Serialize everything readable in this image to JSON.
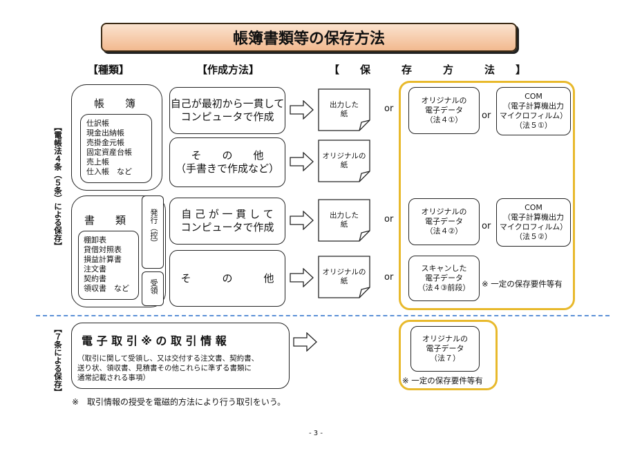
{
  "title": "帳簿書類等の保存方法",
  "headers": {
    "type": "【種類】",
    "method": "【作成方法】",
    "storage": "【　　保　　　存　　　方　　　法　　】"
  },
  "side_labels": {
    "top": "【電帳法４条（５条）による保存】",
    "bottom": "【７条による保存】"
  },
  "books": {
    "label": "帳　　簿",
    "items": [
      "仕訳帳",
      "現金出納帳",
      "売掛金元帳",
      "固定資産台帳",
      "売上帳",
      "仕入帳　など"
    ]
  },
  "documents": {
    "label": "書　　類",
    "items": [
      "棚卸表",
      "貸借対照表",
      "損益計算書",
      "注文書",
      "契約書",
      "領収書　など"
    ],
    "issue_label": "発行（控）",
    "receive_label": "受領"
  },
  "methods": {
    "m1": "自己が最初から一貫して\nコンピュータで作成",
    "m2": "そ　　の　　他\n（手書きで作成など）",
    "m3": "自 己 が 一 貫 し て\nコンピュータで作成",
    "m4": "そ　　　の　　　他"
  },
  "papers": {
    "p1": "出力した\n紙",
    "p2": "オリジナルの\n紙",
    "p3": "出力した\n紙",
    "p4": "オリジナルの\n紙"
  },
  "or_text": "or",
  "electronic": {
    "e1": "オリジナルの\n電子データ\n（法４①）",
    "c1": "COM\n（電子計算機出力\nマイクロフィルム）\n（法５①）",
    "e2": "オリジナルの\n電子データ\n（法４②）",
    "c2": "COM\n（電子計算機出力\nマイクロフィルム）\n（法５②）",
    "scan": "スキャンした\n電子データ\n（法４③前段）",
    "note1": "※ 一定の保存要件等有"
  },
  "transaction": {
    "title": "電 子 取 引 ※ の 取 引 情 報",
    "desc": "（取引に関して受領し、又は交付する注文書、契約書、\n送り状、領収書、見積書その他これらに準ずる書類に\n通常記載される事項）",
    "storage": "オリジナルの\n電子データ\n（法７）",
    "note2": "※ 一定の保存要件等有"
  },
  "footnote": "※　取引情報の授受を電磁的方法により行う取引をいう。",
  "page_number": "- 3 -"
}
